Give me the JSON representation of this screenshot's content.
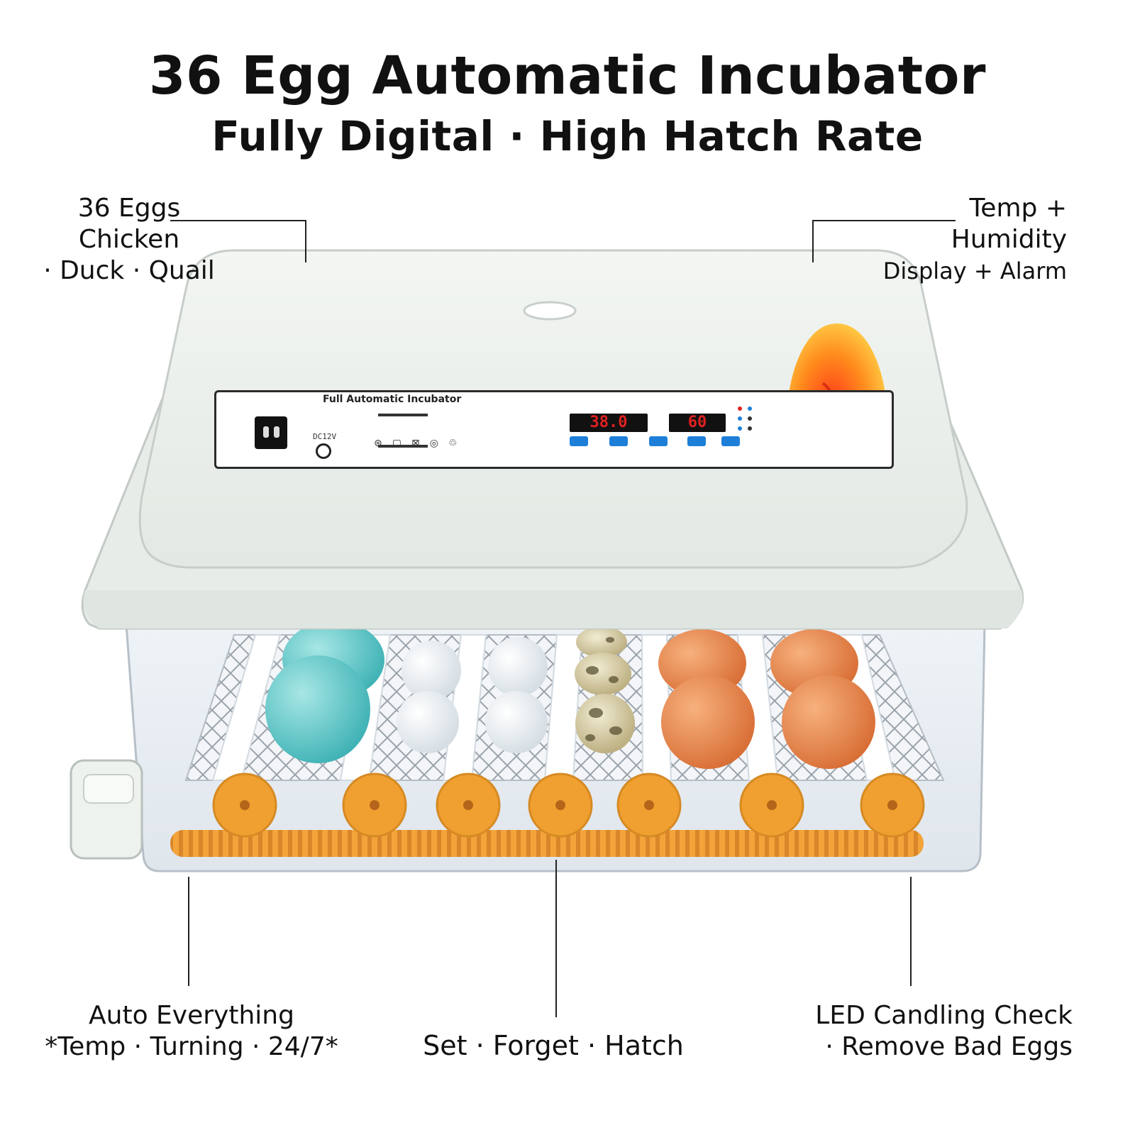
{
  "header": {
    "title": "36 Egg Automatic Incubator",
    "subtitle": "Fully Digital · High Hatch Rate"
  },
  "callouts": {
    "top_left": [
      "36 Eggs",
      "Chicken",
      "· Duck · Quail"
    ],
    "top_right": [
      "Temp +",
      "Humidity",
      "Display + Alarm"
    ],
    "bottom_left": [
      "Auto Everything",
      "*Temp · Turning · 24/7*"
    ],
    "bottom_center": [
      "Set · Forget · Hatch"
    ],
    "bottom_right": [
      "LED Candling Check",
      "· Remove Bad Eggs"
    ]
  },
  "control_panel": {
    "label": "Full Automatic Incubator",
    "temperature_readout": "38.0",
    "humidity_readout": "60",
    "power_label": "DC12V"
  },
  "colors": {
    "lid": "#eef2ee",
    "gear": "#f0a030",
    "display_digits": "#e02020",
    "egg_blue": "#5cc6c8",
    "egg_brown": "#e8834a"
  }
}
